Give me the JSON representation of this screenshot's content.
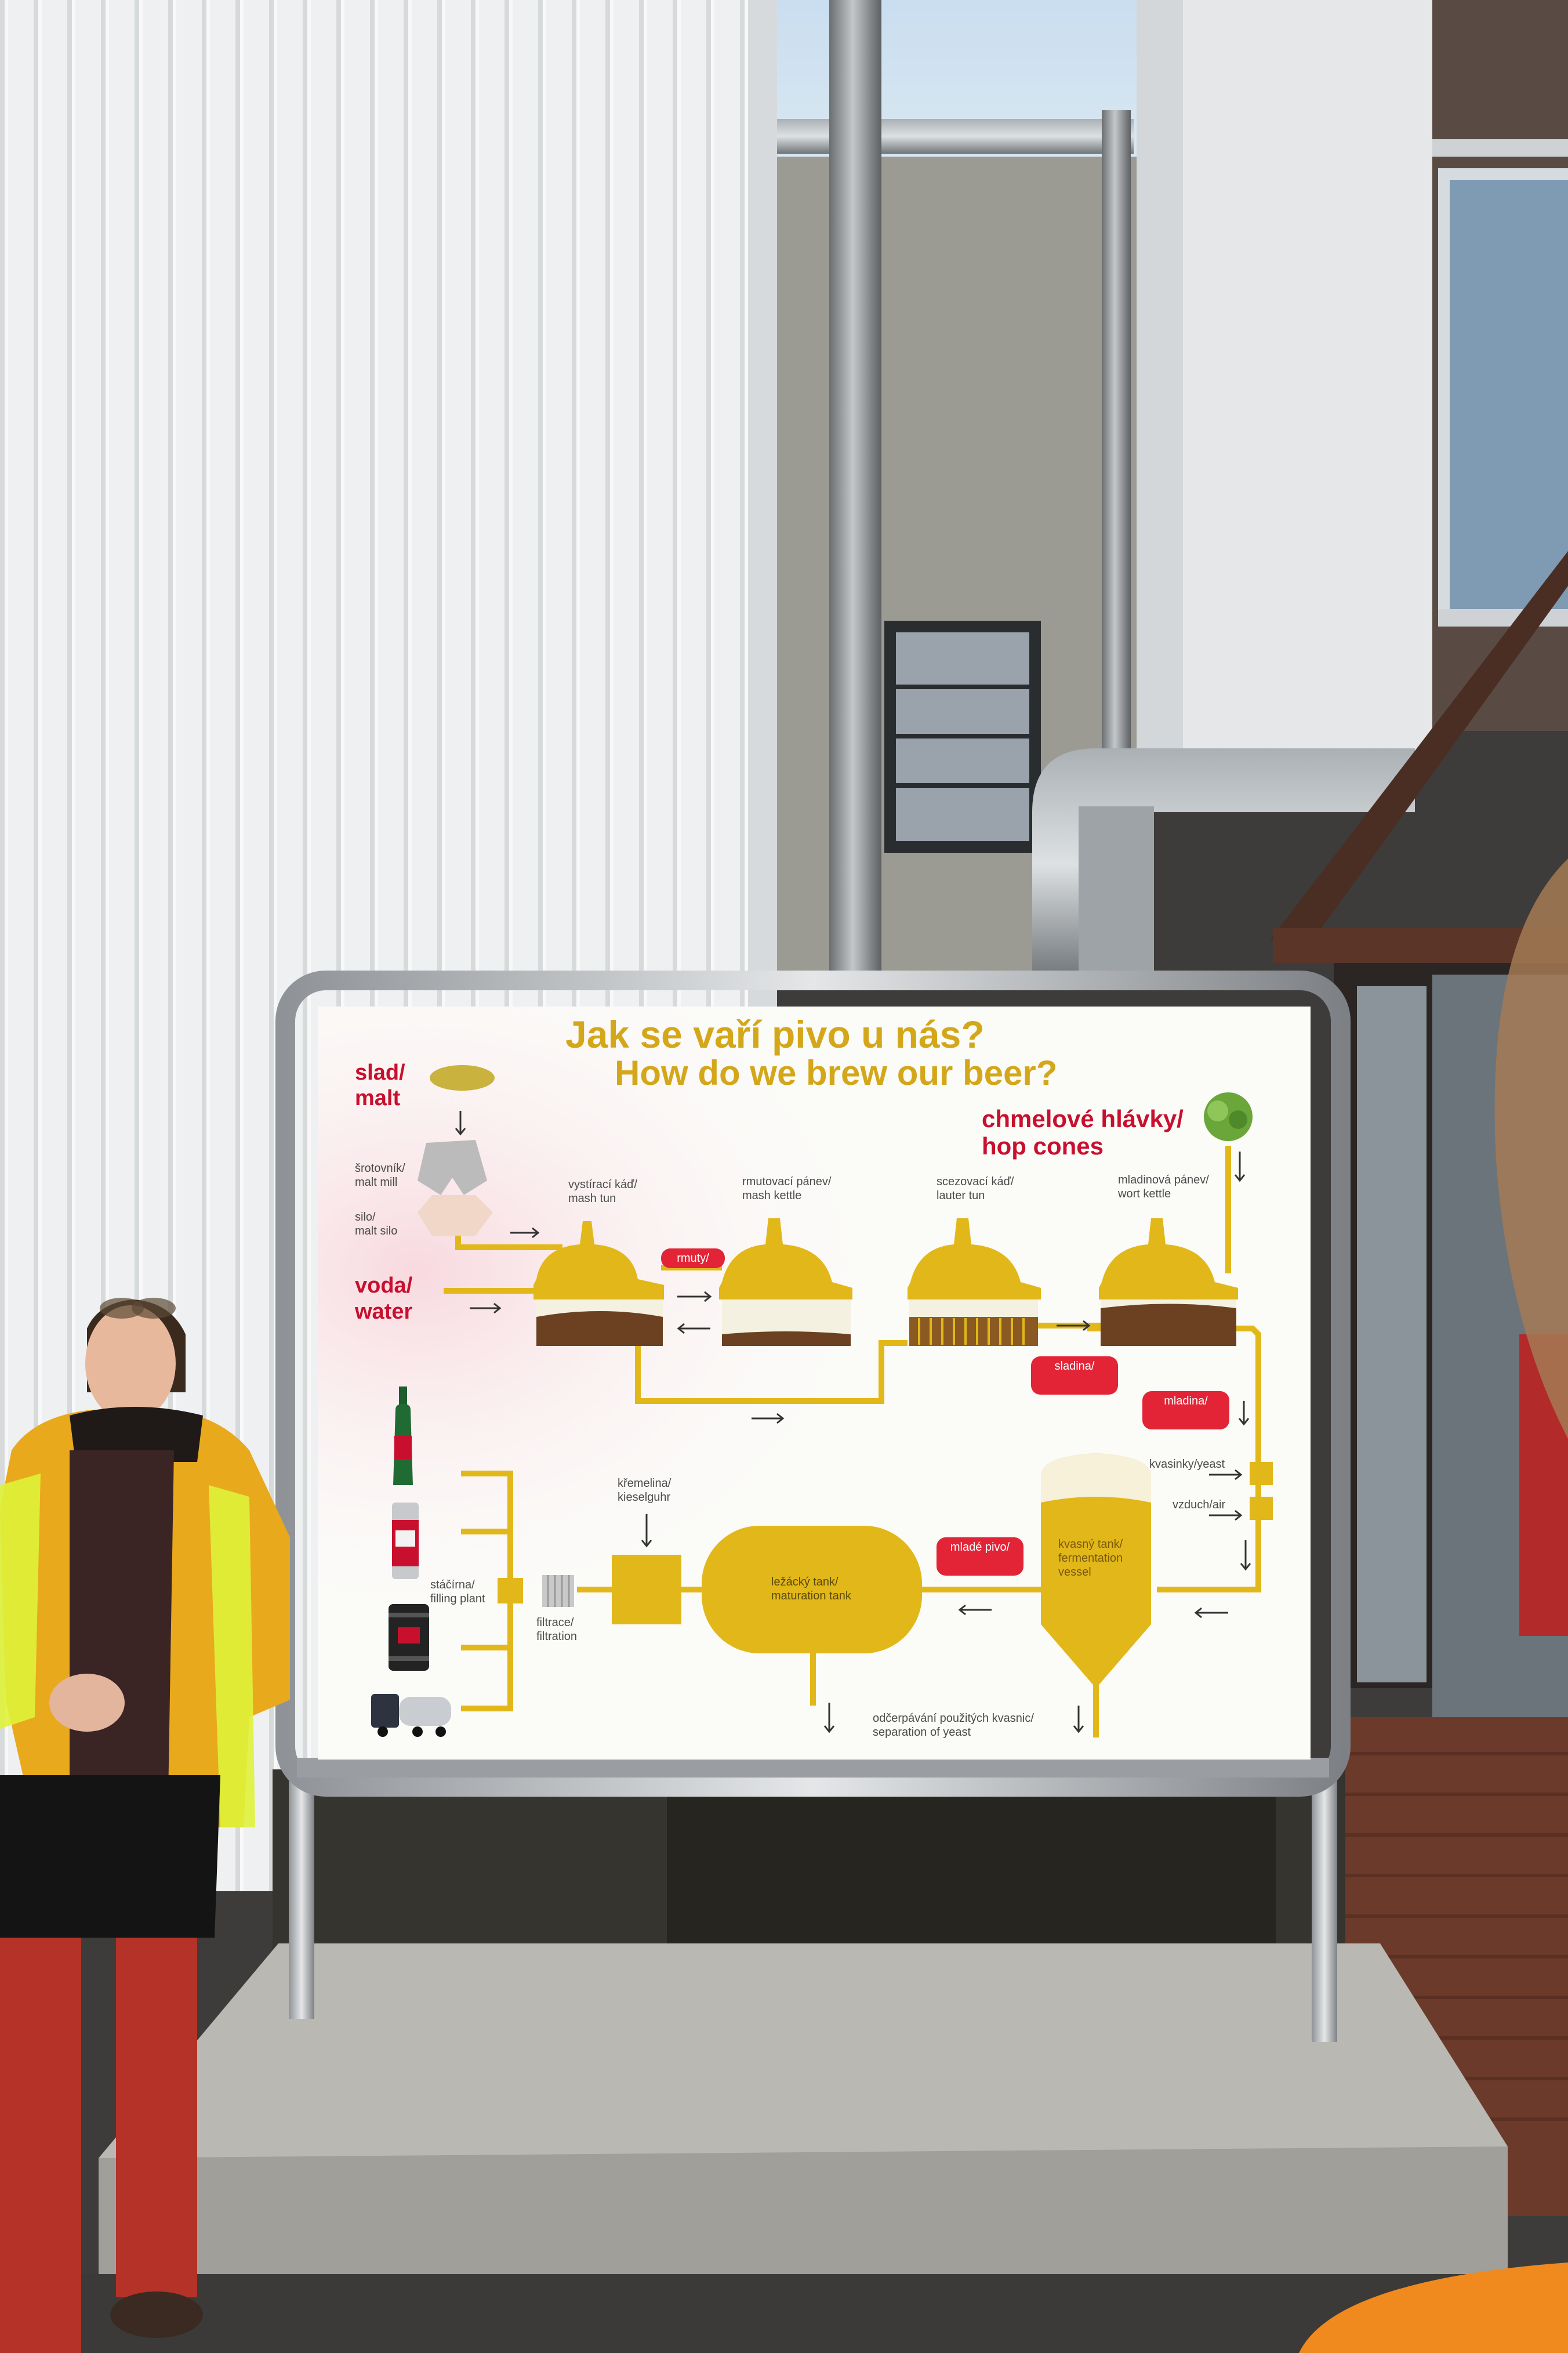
{
  "sign": {
    "title_cz": "Jak se vaří pivo u nás?",
    "title_en": "How do we brew our beer?",
    "malt": {
      "cz": "slad/",
      "en": "malt"
    },
    "water": {
      "cz": "voda/",
      "en": "water"
    },
    "hops": {
      "cz": "chmelové hlávky/",
      "en": "hop cones"
    },
    "malt_mill": {
      "cz": "šrotovník/",
      "en": "malt mill"
    },
    "malt_silo": {
      "cz": "silo/",
      "en": "malt silo"
    },
    "mash_tun": {
      "cz": "vystírací káď/",
      "en": "mash tun"
    },
    "mash_kettle": {
      "cz": "rmutovací pánev/",
      "en": "mash kettle"
    },
    "lauter_tun": {
      "cz": "scezovací káď/",
      "en": "lauter tun"
    },
    "wort_kettle": {
      "cz": "mladinová pánev/",
      "en": "wort kettle"
    },
    "mash_pill": "rmuty/",
    "sladina_pill": "sladina/",
    "mladina_pill": "mladina/",
    "yeast": "kvasinky/yeast",
    "air": "vzduch/air",
    "fermentation": {
      "cz": "kvasný tank/",
      "en1": "fermentation",
      "en2": "vessel"
    },
    "young_beer_pill": "mladé pivo/",
    "maturation": {
      "cz": "ležácký tank/",
      "en": "maturation tank"
    },
    "kieselguhr": {
      "cz": "křemelina/",
      "en": "kieselguhr"
    },
    "filtration": {
      "cz": "filtrace/",
      "en": "filtration"
    },
    "filling": {
      "cz": "stáčírna/",
      "en": "filling plant"
    },
    "separation": {
      "cz": "odčerpávání použitých kvasnic/",
      "en": "separation of yeast"
    }
  },
  "colors": {
    "diagram_yellow": "#e2b71a",
    "accent_red": "#c8102e",
    "vest_yellow": "#dff23a",
    "jacket_orange": "#e9a91c"
  },
  "icons": [
    "malt-grain-icon",
    "hop-cone-icon",
    "beer-bottle-icon",
    "beer-can-icon",
    "keg-icon",
    "truck-icon"
  ]
}
